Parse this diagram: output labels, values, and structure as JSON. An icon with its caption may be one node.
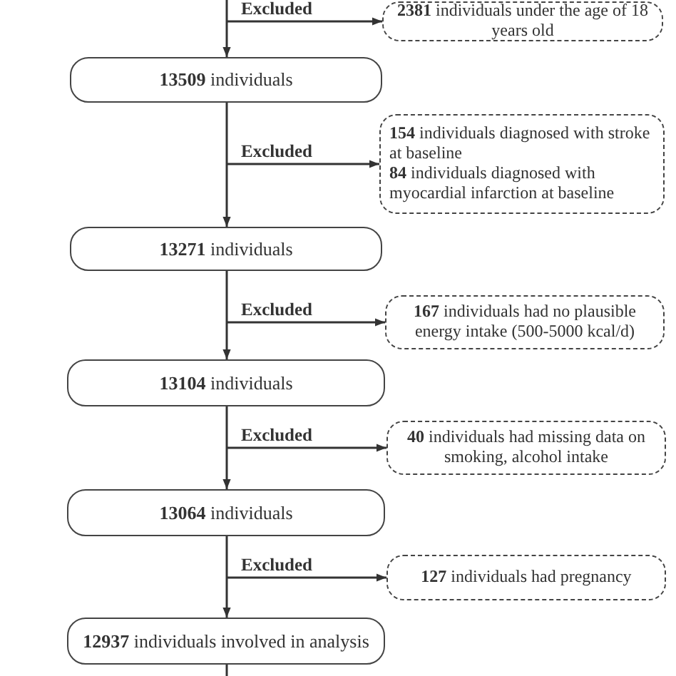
{
  "diagram": {
    "nodes": [
      {
        "text": [
          "**2381** individuals under the age of 18 years old"
        ]
      },
      {
        "text": [
          "**13509** individuals"
        ]
      },
      {
        "text": [
          "**154** individuals diagnosed with stroke at baseline",
          "**84** individuals diagnosed with myocardial infarction at baseline"
        ]
      },
      {
        "text": [
          "**13271** individuals"
        ]
      },
      {
        "text": [
          "**167** individuals had no plausible energy intake (500-5000 kcal/d)"
        ]
      },
      {
        "text": [
          "**13104** individuals"
        ]
      },
      {
        "text": [
          "**40** individuals had missing data on smoking, alcohol intake"
        ]
      },
      {
        "text": [
          "**13064** individuals"
        ]
      },
      {
        "text": [
          "**127** individuals had pregnancy"
        ]
      },
      {
        "text": [
          "**12937** individuals involved in analysis"
        ]
      }
    ],
    "edges": [
      {
        "from": null,
        "to": 1,
        "arrow": "to"
      },
      {
        "from": null,
        "to": 0,
        "arrow": "to",
        "label": "Excluded"
      },
      {
        "from": 1,
        "to": 3,
        "arrow": "to"
      },
      {
        "from": null,
        "to": 2,
        "arrow": "to",
        "label": "Excluded"
      },
      {
        "from": 3,
        "to": 5,
        "arrow": "to"
      },
      {
        "from": null,
        "to": 4,
        "arrow": "to",
        "label": "Excluded"
      },
      {
        "from": 5,
        "to": 7,
        "arrow": "to"
      },
      {
        "from": null,
        "to": 6,
        "arrow": "to",
        "label": "Excluded"
      },
      {
        "from": 7,
        "to": 9,
        "arrow": "to"
      },
      {
        "from": null,
        "to": 8,
        "arrow": "to",
        "label": "Excluded"
      },
      {
        "from": 9,
        "to": null,
        "arrow": "none"
      }
    ]
  }
}
